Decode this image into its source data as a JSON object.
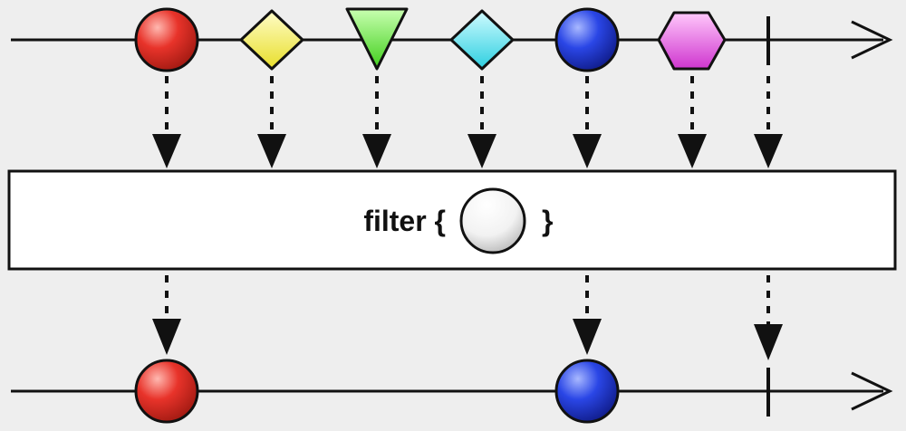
{
  "diagram": {
    "type": "marble-diagram",
    "operator": {
      "label_prefix": "filter {",
      "label_suffix": "}",
      "predicate_marble": {
        "shape": "circle",
        "color": "#ffffff"
      }
    },
    "input_stream": {
      "marbles": [
        {
          "shape": "circle",
          "color": "#e8332a"
        },
        {
          "shape": "diamond",
          "color": "#f5f060"
        },
        {
          "shape": "triangle",
          "color": "#6ee84a"
        },
        {
          "shape": "diamond",
          "color": "#62e4ec"
        },
        {
          "shape": "circle",
          "color": "#2a46e6"
        },
        {
          "shape": "hexagon",
          "color": "#e85ee6"
        }
      ],
      "completes": true
    },
    "output_stream": {
      "marbles": [
        {
          "shape": "circle",
          "color": "#e8332a"
        },
        {
          "shape": "circle",
          "color": "#2a46e6"
        }
      ],
      "completes": true
    }
  }
}
